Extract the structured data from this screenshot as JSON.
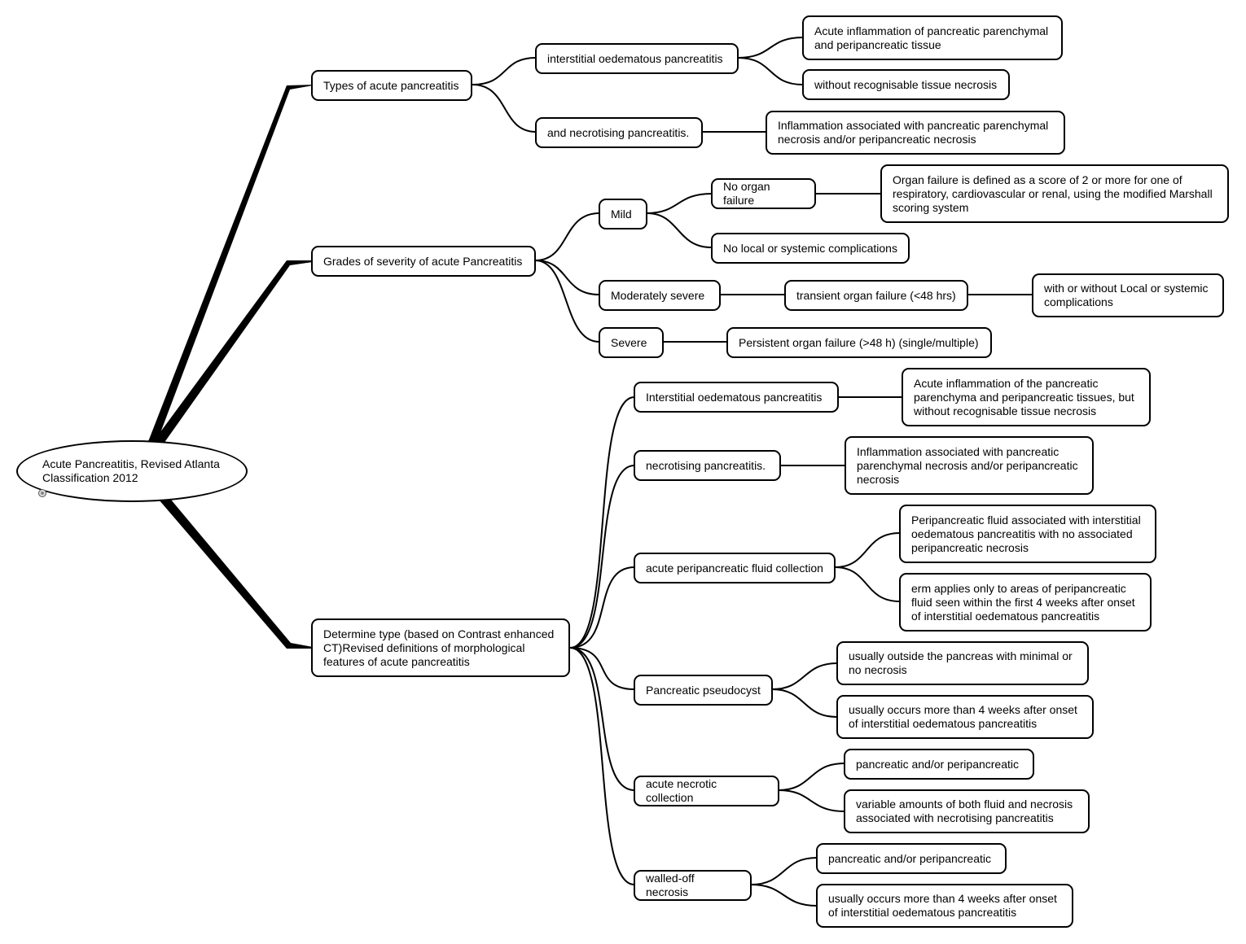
{
  "diagram": {
    "root": "Acute Pancreatitis, Revised Atlanta Classification 2012",
    "types": {
      "label": "Types of acute pancreatitis",
      "interstitial": {
        "label": "interstitial oedematous pancreatitis",
        "desc1": "Acute inflammation of pancreatic parenchymal and peripancreatic tissue",
        "desc2": "without recognisable tissue necrosis"
      },
      "necrotising": {
        "label": "and necrotising pancreatitis.",
        "desc": "Inflammation associated with pancreatic parenchymal necrosis and/or peripancreatic necrosis"
      }
    },
    "grades": {
      "label": "Grades of severity of acute Pancreatitis",
      "mild": {
        "label": "Mild",
        "no_organ_failure": "No organ failure",
        "organ_failure_def": "Organ failure is defined as a score of 2 or more for one of respiratory, cardiovascular or renal, using the modified Marshall scoring system",
        "no_complications": "No local or systemic complications"
      },
      "moderate": {
        "label": "Moderately severe",
        "transient": "transient organ failure (<48 hrs)",
        "complications": "with or without Local or systemic complications"
      },
      "severe": {
        "label": "Severe",
        "persistent": "Persistent organ failure (>48 h) (single/multiple)"
      }
    },
    "determine": {
      "label": "Determine type (based on Contrast enhanced CT)Revised definitions of morphological features of acute pancreatitis",
      "interstitial": {
        "label": "Interstitial oedematous pancreatitis",
        "desc": "Acute inflammation of the pancreatic parenchyma and peripancreatic tissues, but without recognisable tissue necrosis"
      },
      "necrotising": {
        "label": "necrotising pancreatitis.",
        "desc": "Inflammation associated with pancreatic parenchymal necrosis and/or peripancreatic necrosis"
      },
      "apfc": {
        "label": "acute peripancreatic fluid collection",
        "desc1": "Peripancreatic fluid associated with interstitial oedematous pancreatitis with no associated peripancreatic necrosis",
        "desc2": "erm applies only to areas of peripancreatic fluid seen within the first 4 weeks after onset of interstitial oedematous pancreatitis"
      },
      "pseudocyst": {
        "label": "Pancreatic pseudocyst",
        "desc1": "usually outside the pancreas with minimal or no necrosis",
        "desc2": "usually occurs more than 4 weeks after onset of interstitial oedematous pancreatitis"
      },
      "anc": {
        "label": "acute necrotic collection",
        "desc1": "pancreatic and/or peripancreatic",
        "desc2": "variable amounts of both fluid and necrosis associated with necrotising pancreatitis"
      },
      "won": {
        "label": "walled-off necrosis",
        "desc1": "pancreatic and/or peripancreatic",
        "desc2": "usually occurs more than 4 weeks after onset of interstitial oedematous pancreatitis"
      }
    }
  }
}
